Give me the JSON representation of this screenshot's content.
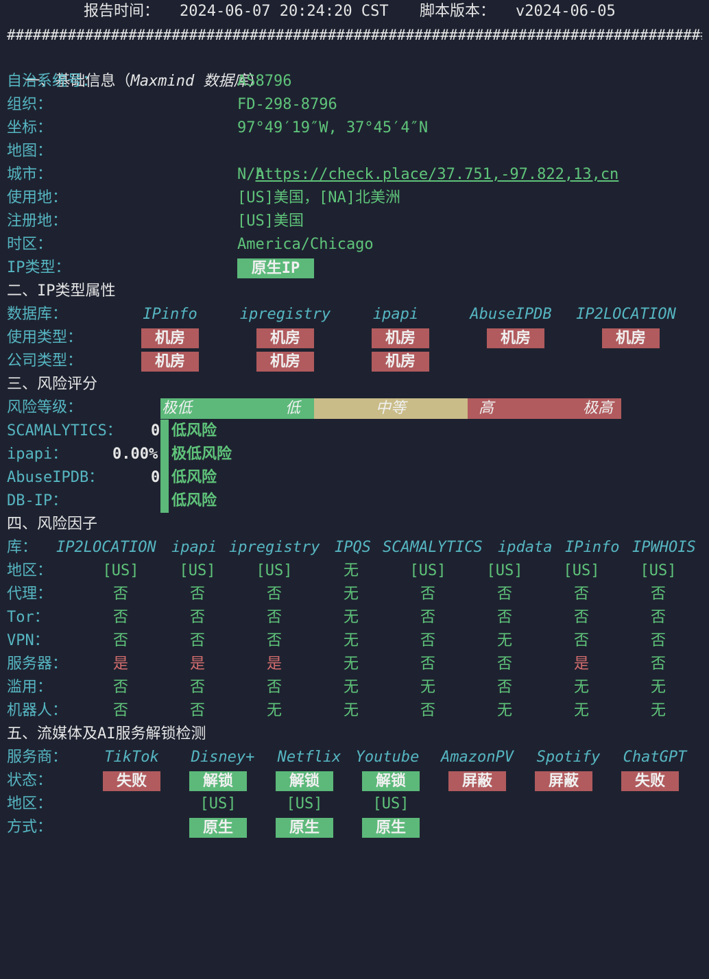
{
  "header": {
    "time_label": "报告时间：",
    "time_value": "2024-06-07 20:24:20 CST",
    "version_label": "脚本版本：",
    "version_value": "v2024-06-05",
    "separator": "###################################################################################"
  },
  "basic": {
    "heading": "一、基础信息（",
    "heading_db": "Maxmind 数据库",
    "heading_close": "）",
    "rows": [
      {
        "label": "自治系统号：",
        "value": "AS8796"
      },
      {
        "label": "组织：",
        "value": "FD-298-8796"
      },
      {
        "label": "坐标：",
        "value": "97°49′19″W, 37°45′4″N"
      },
      {
        "label": "地图：",
        "value": "https://check.place/37.751,-97.822,13,cn"
      },
      {
        "label": "城市：",
        "value": "N/A"
      },
      {
        "label": "使用地：",
        "value": "[US]美国，[NA]北美洲"
      },
      {
        "label": "注册地：",
        "value": "[US]美国"
      },
      {
        "label": "时区：",
        "value": "America/Chicago"
      },
      {
        "label": "IP类型：",
        "value": "原生IP"
      }
    ]
  },
  "iptype": {
    "heading": "二、IP类型属性",
    "db_label": "数据库：",
    "usage_label": "使用类型：",
    "company_label": "公司类型：",
    "dbs": [
      "IPinfo",
      "ipregistry",
      "ipapi",
      "AbuseIPDB",
      "IP2LOCATION"
    ],
    "usage": [
      "机房",
      "机房",
      "机房",
      "机房",
      "机房"
    ],
    "company": [
      "机房",
      "机房",
      "机房"
    ]
  },
  "risk": {
    "heading": "三、风险评分",
    "level_label": "风险等级：",
    "scale": [
      "极低",
      "低",
      "中等",
      "高",
      "极高"
    ],
    "rows": [
      {
        "label": "SCAMALYTICS：",
        "score": "0",
        "verdict": "低风险"
      },
      {
        "label": "ipapi：",
        "score": "0.00%",
        "verdict": "极低风险"
      },
      {
        "label": "AbuseIPDB：",
        "score": "0",
        "verdict": "低风险"
      },
      {
        "label": "DB-IP：",
        "score": "",
        "verdict": "低风险"
      }
    ]
  },
  "factors": {
    "heading": "四、风险因子",
    "lib_label": "库：",
    "dbs": [
      "IP2LOCATION",
      "ipapi",
      "ipregistry",
      "IPQS",
      "SCAMALYTICS",
      "ipdata",
      "IPinfo",
      "IPWHOIS"
    ],
    "rows": [
      {
        "label": "地区：",
        "values": [
          "[US]",
          "[US]",
          "[US]",
          "无",
          "[US]",
          "[US]",
          "[US]",
          "[US]"
        ]
      },
      {
        "label": "代理：",
        "values": [
          "否",
          "否",
          "否",
          "无",
          "否",
          "否",
          "否",
          "否"
        ]
      },
      {
        "label": "Tor：",
        "values": [
          "否",
          "否",
          "否",
          "无",
          "否",
          "否",
          "否",
          "否"
        ]
      },
      {
        "label": "VPN：",
        "values": [
          "否",
          "否",
          "否",
          "无",
          "否",
          "无",
          "否",
          "否"
        ]
      },
      {
        "label": "服务器：",
        "values": [
          "是",
          "是",
          "是",
          "无",
          "否",
          "否",
          "是",
          "否"
        ]
      },
      {
        "label": "滥用：",
        "values": [
          "否",
          "否",
          "否",
          "无",
          "无",
          "否",
          "无",
          "无"
        ]
      },
      {
        "label": "机器人：",
        "values": [
          "否",
          "否",
          "无",
          "无",
          "否",
          "无",
          "无",
          "无"
        ]
      }
    ]
  },
  "streaming": {
    "heading": "五、流媒体及AI服务解锁检测",
    "provider_label": "服务商：",
    "status_label": "状态：",
    "region_label": "地区：",
    "method_label": "方式：",
    "services": [
      "TikTok",
      "Disney+",
      "Netflix",
      "Youtube",
      "AmazonPV",
      "Spotify",
      "ChatGPT"
    ],
    "status": [
      "失败",
      "解锁",
      "解锁",
      "解锁",
      "屏蔽",
      "屏蔽",
      "失败"
    ],
    "region": [
      "",
      "[US]",
      "[US]",
      "[US]",
      "",
      "",
      ""
    ],
    "method": [
      "",
      "原生",
      "原生",
      "原生",
      "",
      "",
      ""
    ]
  },
  "colors": {
    "background": "#1e2230",
    "cyan": "#56b6c2",
    "green": "#5fc47a",
    "red": "#d36d6d",
    "badge_green": "#5cb97a",
    "badge_red": "#b15b5e",
    "badge_yellow": "#c9bc88"
  }
}
